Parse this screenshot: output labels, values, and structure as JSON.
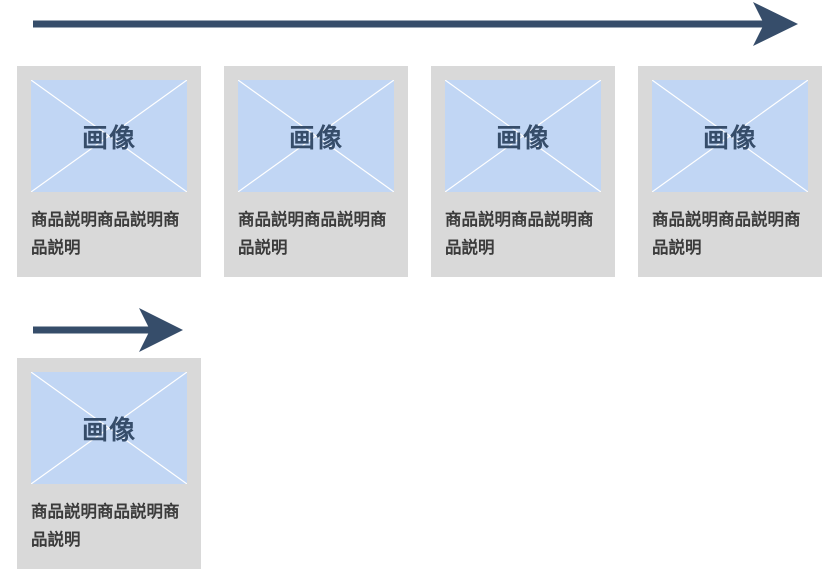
{
  "cards_row1": [
    {
      "image_label": "画像",
      "description": "商品説明商品説明商品説明"
    },
    {
      "image_label": "画像",
      "description": "商品説明商品説明商品説明"
    },
    {
      "image_label": "画像",
      "description": "商品説明商品説明商品説明"
    },
    {
      "image_label": "画像",
      "description": "商品説明商品説明商品説明"
    }
  ],
  "cards_row2": [
    {
      "image_label": "画像",
      "description": "商品説明商品説明商品説明"
    }
  ],
  "colors": {
    "arrow": "#364d6a",
    "card_bg": "#d9d9d9",
    "placeholder_bg": "#c1d6f4",
    "placeholder_text": "#364d6a",
    "description_text": "#3b3b3b"
  }
}
